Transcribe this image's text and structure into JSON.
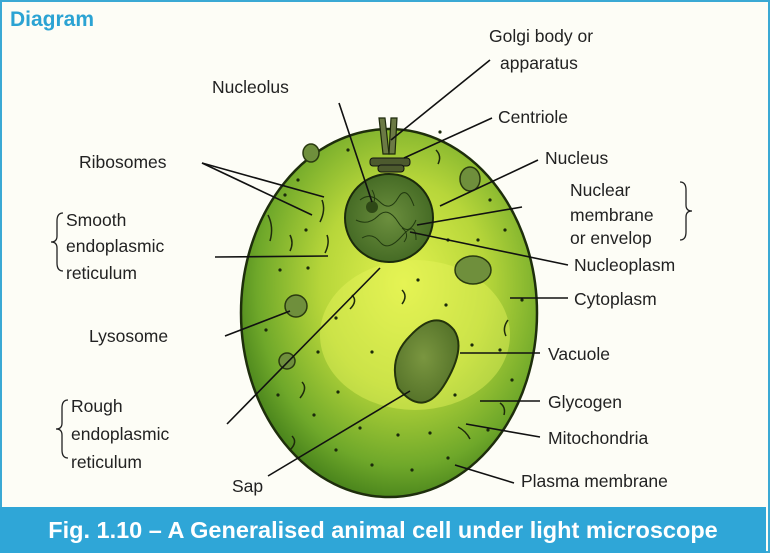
{
  "tag": "Diagram",
  "caption": "Fig. 1.10 – A Generalised animal cell under light microscope",
  "labels": {
    "golgi_1": "Golgi body or",
    "golgi_2": "apparatus",
    "nucleolus": "Nucleolus",
    "centriole": "Centriole",
    "ribosomes": "Ribosomes",
    "nucleus": "Nucleus",
    "smooth_er_1": "Smooth",
    "smooth_er_2": "endoplasmic",
    "smooth_er_3": "reticulum",
    "nuclear_membrane_1": "Nuclear",
    "nuclear_membrane_2": "membrane",
    "nuclear_membrane_3": "or envelop",
    "nucleoplasm": "Nucleoplasm",
    "cytoplasm": "Cytoplasm",
    "lysosome": "Lysosome",
    "vacuole": "Vacuole",
    "rough_er_1": "Rough",
    "rough_er_2": "endoplasmic",
    "rough_er_3": "reticulum",
    "glycogen": "Glycogen",
    "mitochondria": "Mitochondria",
    "sap": "Sap",
    "plasma_membrane": "Plasma membrane"
  },
  "colors": {
    "accent": "#2fa6d7",
    "cytoplasm_light": "#dcef47",
    "cytoplasm_dark": "#4c8e1a",
    "nucleus": "#4f7a2a",
    "vacuole": "#5e7d2e"
  }
}
